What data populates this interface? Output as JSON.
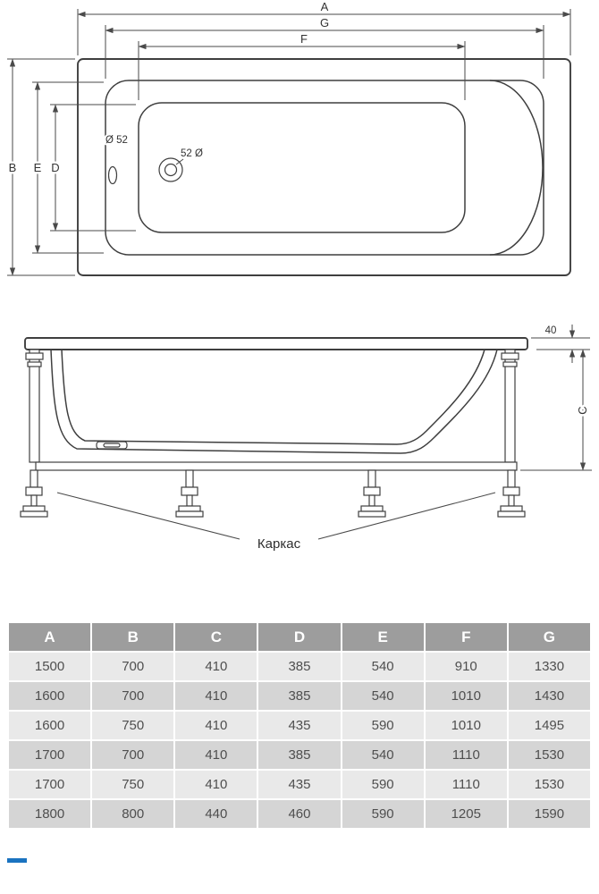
{
  "drawing": {
    "top_view": {
      "dims": {
        "A": "A",
        "G": "G",
        "F": "F",
        "B": "B",
        "E": "E",
        "D": "D"
      },
      "overflow_label": "Ø 52",
      "drain_label": "52 Ø"
    },
    "side_view": {
      "rim_thickness_label": "40",
      "dim_c_label": "C",
      "frame_label": "Каркас"
    }
  },
  "table": {
    "headers": [
      "A",
      "B",
      "C",
      "D",
      "E",
      "F",
      "G"
    ],
    "rows": [
      [
        "1500",
        "700",
        "410",
        "385",
        "540",
        "910",
        "1330"
      ],
      [
        "1600",
        "700",
        "410",
        "385",
        "540",
        "1010",
        "1430"
      ],
      [
        "1600",
        "750",
        "410",
        "435",
        "590",
        "1010",
        "1495"
      ],
      [
        "1700",
        "700",
        "410",
        "385",
        "540",
        "1110",
        "1530"
      ],
      [
        "1700",
        "750",
        "410",
        "435",
        "590",
        "1110",
        "1530"
      ],
      [
        "1800",
        "800",
        "440",
        "460",
        "590",
        "1205",
        "1590"
      ]
    ]
  },
  "colors": {
    "line": "#3f3f3f",
    "table_header_bg": "#9d9d9d",
    "table_row_light": "#e9e9e9",
    "table_row_dark": "#d5d5d5",
    "cell_text": "#4f4f4f",
    "accent_blue": "#1a73c0"
  }
}
